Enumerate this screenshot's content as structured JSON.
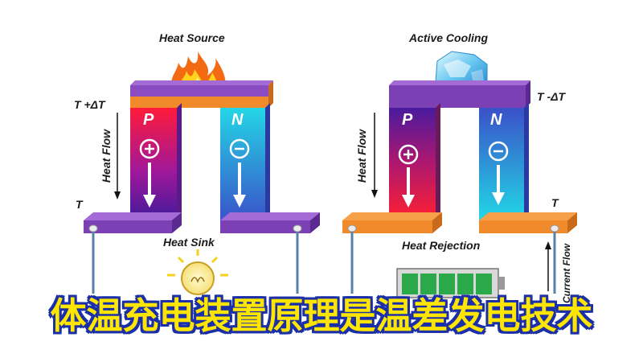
{
  "left": {
    "top_label": "Heat Source",
    "temp_top": "T +ΔT",
    "temp_bottom": "T",
    "flow_label": "Heat Flow",
    "p_label": "P",
    "n_label": "N",
    "bottom_label": "Heat Sink"
  },
  "right": {
    "top_label": "Active Cooling",
    "temp_top": "T -ΔT",
    "temp_bottom": "T",
    "flow_label": "Heat Flow",
    "p_label": "P",
    "n_label": "N",
    "bottom_label": "Heat Rejection",
    "current_label": "Current Flow"
  },
  "banner": "体温充电装置原理是温差发电技术",
  "colors": {
    "banner_text": "#ffe600",
    "banner_outline": "#1b2fa8",
    "plate_purple": "#8a4cc0",
    "plate_orange": "#f08a2a",
    "wire": "#5a7fa8"
  }
}
